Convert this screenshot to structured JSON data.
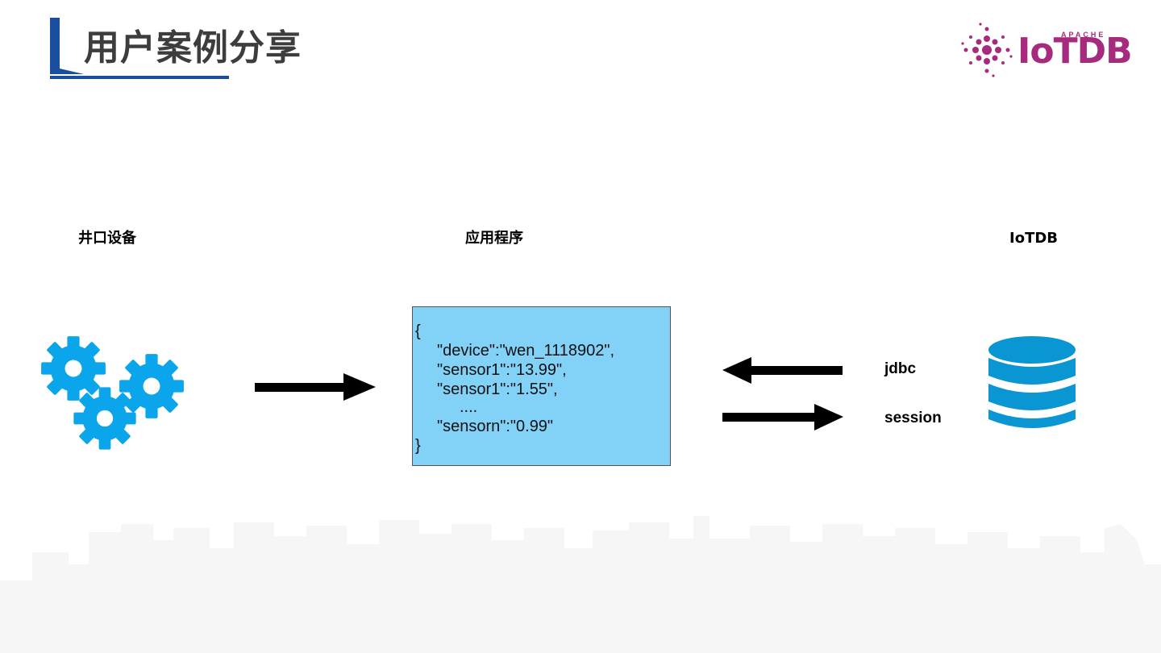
{
  "slide": {
    "title": "用户案例分享"
  },
  "logo": {
    "apache": "APACHE",
    "name": "IoTDB",
    "color": "#a62a7e"
  },
  "diagram": {
    "columns": [
      {
        "label": "井口设备",
        "icon": "gears-icon"
      },
      {
        "label": "应用程序"
      },
      {
        "label": "IoTDB",
        "icon": "database-icon"
      }
    ],
    "json_lines": [
      "{",
      "\"device\":\"wen_1118902\",",
      "\"sensor1\":\"13.99\",",
      "\"sensor1\":\"1.55\",",
      "....",
      "\"sensorn\":\"0.99\"",
      "}"
    ],
    "protocols": [
      "jdbc",
      "session"
    ],
    "colors": {
      "accent_blue": "#1a4fa0",
      "icon_blue": "#0aa5ea",
      "db_blue": "#0a96d2",
      "json_box": "#82d1f7"
    }
  }
}
